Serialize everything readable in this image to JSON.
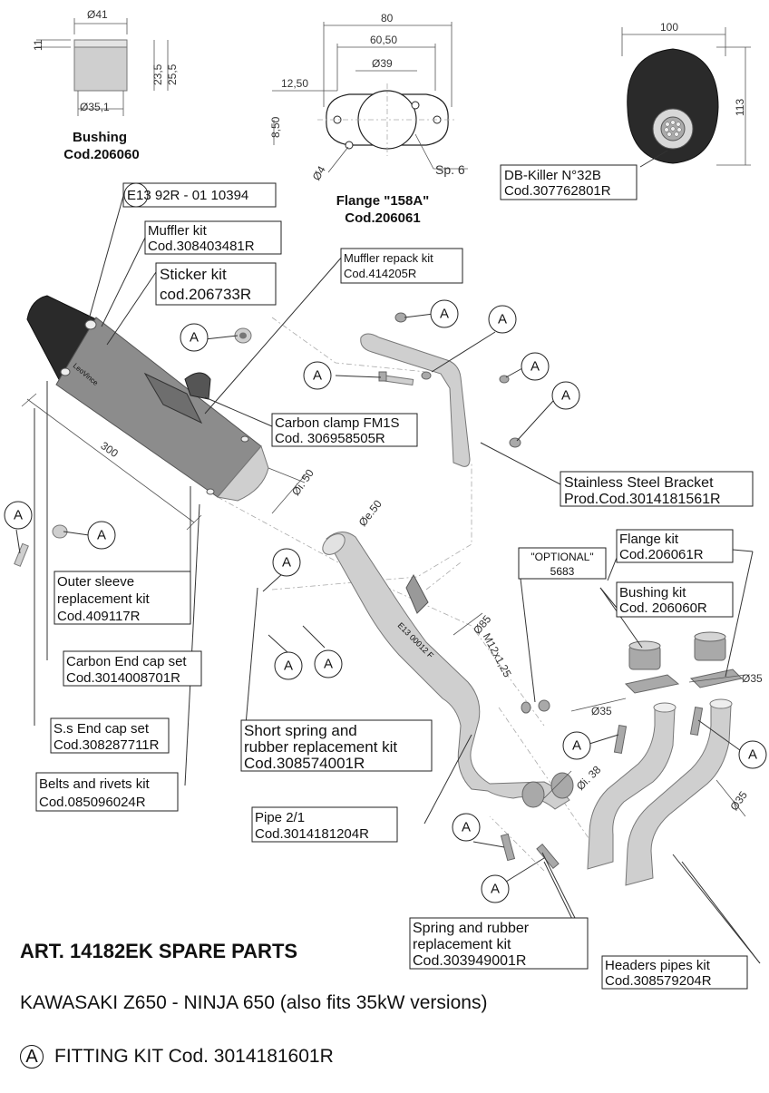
{
  "colors": {
    "ink": "#111111",
    "carbon": "#2a2a2a",
    "metal": "#cfcfcf"
  },
  "bushing_top": {
    "label": "Bushing",
    "code": "Cod.206060",
    "dims": [
      "Ø41",
      "11",
      "23,5",
      "25,5",
      "Ø35,1"
    ]
  },
  "flange_top": {
    "label": "Flange \"158A\"",
    "code": "Cod.206061",
    "dims": [
      "80",
      "60,50",
      "Ø39",
      "12,50",
      "8,50",
      "Ø4",
      "Sp. 6"
    ]
  },
  "dbkiller": {
    "dims": [
      "100",
      "113"
    ],
    "label": "DB-Killer N°32B",
    "code": "Cod.307762801R"
  },
  "parts": {
    "homologation": "E13 92R - 01 10394",
    "muffler_kit": {
      "name": "Muffler kit",
      "code": "Cod.308403481R"
    },
    "sticker_kit": {
      "name": "Sticker kit",
      "code": "cod.206733R"
    },
    "repack_kit": {
      "name": "Muffler repack kit",
      "code": "Cod.414205R"
    },
    "carbon_clamp": {
      "name": "Carbon clamp FM1S",
      "code": "Cod. 306958505R"
    },
    "bracket": {
      "name": "Stainless Steel Bracket",
      "code": "Prod.Cod.3014181561R"
    },
    "optional": {
      "name": "\"OPTIONAL\"",
      "code": "5683"
    },
    "flange_kit": {
      "name": "Flange kit",
      "code": "Cod.206061R"
    },
    "bushing_kit": {
      "name": "Bushing kit",
      "code": "Cod. 206060R"
    },
    "outer_sleeve": {
      "name1": "Outer sleeve",
      "name2": "replacement kit",
      "code": "Cod.409117R"
    },
    "carbon_endcap": {
      "name": "Carbon End cap set",
      "code": "Cod.3014008701R"
    },
    "ss_endcap": {
      "name": "S.s End cap set",
      "code": "Cod.308287711R"
    },
    "short_spring": {
      "name1": "Short spring and",
      "name2": "rubber replacement kit",
      "code": "Cod.308574001R"
    },
    "belts": {
      "name": "Belts and rivets kit",
      "code": "Cod.085096024R"
    },
    "pipe21": {
      "name": "Pipe 2/1",
      "code": "Cod.3014181204R"
    },
    "spring_rubber": {
      "name1": "Spring and rubber",
      "name2": "replacement kit",
      "code": "Cod.303949001R"
    },
    "headers": {
      "name": "Headers pipes kit",
      "code": "Cod.308579204R"
    }
  },
  "dims_main": {
    "len300": "300",
    "di50": "Øi. 50",
    "de50": "Øe.50",
    "d85": "Ø85",
    "m12": "M12x1,25",
    "d35a": "Ø35",
    "d35b": "Ø35",
    "d35c": "Ø35",
    "di38": "Øi. 38",
    "pipe_mark": "E13 00012 F"
  },
  "fitting_marker": "A",
  "footer": {
    "title": "ART. 14182EK SPARE PARTS",
    "model": "KAWASAKI Z650 - NINJA 650 (also fits 35kW versions)",
    "kit": "FITTING KIT Cod. 3014181601R"
  }
}
